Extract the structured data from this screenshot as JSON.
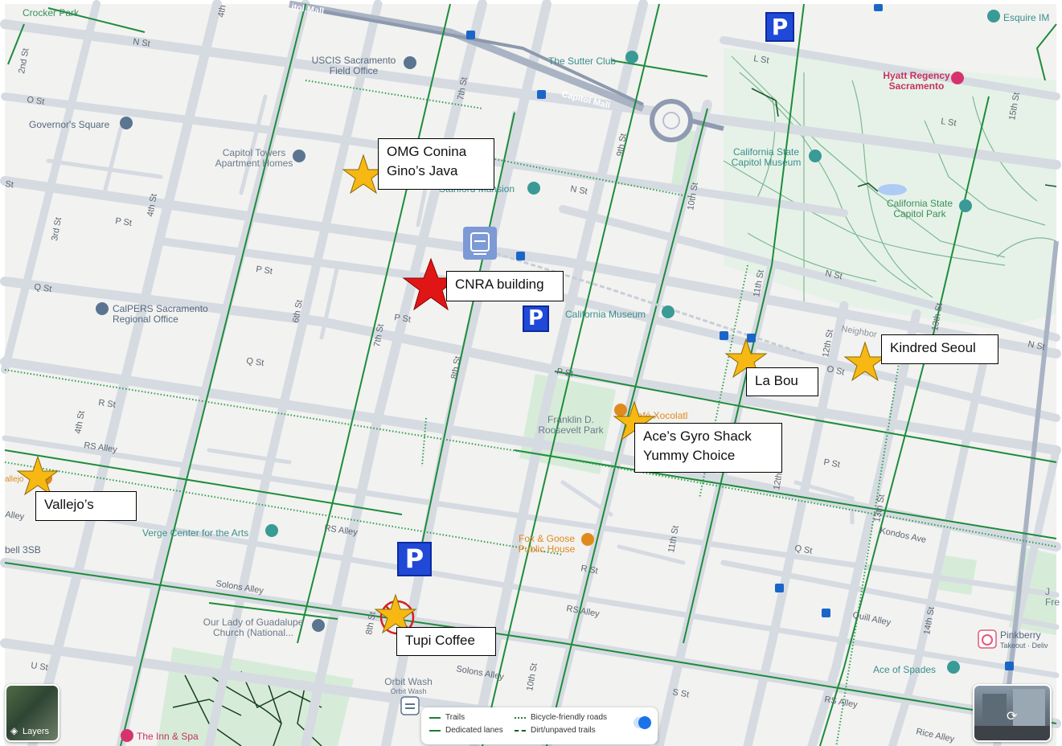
{
  "map": {
    "places": [
      {
        "id": "crocker-park",
        "label": "Crocker Park"
      },
      {
        "id": "uscis",
        "label": "USCIS Sacramento\nField Office"
      },
      {
        "id": "sutter-club",
        "label": "The Sutter Club"
      },
      {
        "id": "hyatt",
        "label": "Hyatt Regency\nSacramento"
      },
      {
        "id": "esquire",
        "label": "Esquire IM"
      },
      {
        "id": "governors-square",
        "label": "Governor's Square"
      },
      {
        "id": "capitol-towers",
        "label": "Capitol Towers\nApartment Homes"
      },
      {
        "id": "stanford-mansion",
        "label": "Stanford Mansion"
      },
      {
        "id": "capitol-museum",
        "label": "California State\nCapitol Museum"
      },
      {
        "id": "capitol-park",
        "label": "California State\nCapitol Park"
      },
      {
        "id": "calpers",
        "label": "CalPERS Sacramento\nRegional Office"
      },
      {
        "id": "california-museum",
        "label": "California Museum"
      },
      {
        "id": "fdr-park",
        "label": "Franklin D.\nRoosevelt Park"
      },
      {
        "id": "cafe-xocolatl",
        "label": "Café Xocolatl"
      },
      {
        "id": "verge-center",
        "label": "Verge Center for the Arts"
      },
      {
        "id": "fox-goose",
        "label": "Fox & Goose\nPublic House"
      },
      {
        "id": "guadalupe",
        "label": "Our Lady of Guadalupe\nChurch (National..."
      },
      {
        "id": "orbit-wash",
        "label": "Orbit Wash"
      },
      {
        "id": "orbit-wash-sub",
        "label": "Orbit Wash"
      },
      {
        "id": "ace-spades",
        "label": "Ace of Spades"
      },
      {
        "id": "pinkberry",
        "label": "Pinkberry"
      },
      {
        "id": "pinkberry-sub",
        "label": "Takeout · Deliv"
      },
      {
        "id": "inn-spa",
        "label": "The Inn & Spa"
      },
      {
        "id": "bell",
        "label": "bell 3SB"
      },
      {
        "id": "vallejo-partial",
        "label": "allejo"
      },
      {
        "id": "neighbor",
        "label": "Neighbor"
      },
      {
        "id": "fred-partial",
        "label": "J\nFre"
      }
    ],
    "streets": [
      {
        "id": "n-st-top",
        "label": "N St"
      },
      {
        "id": "o-st-left",
        "label": "O St"
      },
      {
        "id": "s-st-left",
        "label": "St"
      },
      {
        "id": "p-st-a",
        "label": "P St"
      },
      {
        "id": "p-st-b",
        "label": "P St"
      },
      {
        "id": "p-st-c",
        "label": "P St"
      },
      {
        "id": "p-st-d",
        "label": "P St"
      },
      {
        "id": "p-st-e",
        "label": "P St"
      },
      {
        "id": "q-st-a",
        "label": "Q St"
      },
      {
        "id": "q-st-b",
        "label": "Q St"
      },
      {
        "id": "q-st-c",
        "label": "Q St"
      },
      {
        "id": "r-st-a",
        "label": "R St"
      },
      {
        "id": "r-st-b",
        "label": "R St"
      },
      {
        "id": "rs-alley-a",
        "label": "RS Alley"
      },
      {
        "id": "rs-alley-b",
        "label": "RS Alley"
      },
      {
        "id": "rs-alley-c",
        "label": "RS Alley"
      },
      {
        "id": "rs-alley-d",
        "label": "RS Alley"
      },
      {
        "id": "solons-a",
        "label": "Solons Alley"
      },
      {
        "id": "solons-b",
        "label": "Solons Alley"
      },
      {
        "id": "s-st",
        "label": "S St"
      },
      {
        "id": "u-st",
        "label": "U St"
      },
      {
        "id": "alley-left",
        "label": "Alley"
      },
      {
        "id": "l-st",
        "label": "L St"
      },
      {
        "id": "l-st-b",
        "label": "L St"
      },
      {
        "id": "n-st-right",
        "label": "N St"
      },
      {
        "id": "n-st-right-b",
        "label": "N St"
      },
      {
        "id": "n-st-mid",
        "label": "N St"
      },
      {
        "id": "o-st-right",
        "label": "O St"
      },
      {
        "id": "quill-alley",
        "label": "Quill Alley"
      },
      {
        "id": "kondos",
        "label": "Kondos Ave"
      },
      {
        "id": "rice-alley",
        "label": "Rice Alley"
      },
      {
        "id": "capitol-mall",
        "label": "Capitol Mall"
      },
      {
        "id": "capitol-mall-top",
        "label": "itol Mall"
      },
      {
        "id": "st-2nd",
        "label": "2nd St"
      },
      {
        "id": "st-3rd",
        "label": "3rd St"
      },
      {
        "id": "st-4th-top",
        "label": "4th"
      },
      {
        "id": "st-4th",
        "label": "4th St"
      },
      {
        "id": "st-4th-b",
        "label": "4th St"
      },
      {
        "id": "st-6th",
        "label": "6th St"
      },
      {
        "id": "st-7th-top",
        "label": "7th St"
      },
      {
        "id": "st-7th",
        "label": "7th St"
      },
      {
        "id": "st-8th",
        "label": "8th St"
      },
      {
        "id": "st-8th-b",
        "label": "8th St"
      },
      {
        "id": "st-9th",
        "label": "9th St"
      },
      {
        "id": "st-10th",
        "label": "10th St"
      },
      {
        "id": "st-10th-b",
        "label": "10th St"
      },
      {
        "id": "st-11th",
        "label": "11th St"
      },
      {
        "id": "st-11th-b",
        "label": "11th St"
      },
      {
        "id": "st-12th",
        "label": "12th St"
      },
      {
        "id": "st-12th-b",
        "label": "12th"
      },
      {
        "id": "st-13th",
        "label": "13th St"
      },
      {
        "id": "st-13th-b",
        "label": "13th St"
      },
      {
        "id": "st-14th",
        "label": "14th St"
      },
      {
        "id": "st-15th",
        "label": "15th St"
      }
    ],
    "callouts": [
      {
        "id": "omg",
        "lines": [
          "OMG Conina",
          "Gino’s Java"
        ]
      },
      {
        "id": "cnra",
        "lines": [
          "CNRA building"
        ]
      },
      {
        "id": "kindred",
        "lines": [
          "Kindred Seoul"
        ]
      },
      {
        "id": "labou",
        "lines": [
          "La Bou"
        ]
      },
      {
        "id": "aces",
        "lines": [
          "Ace’s Gyro Shack",
          "Yummy Choice"
        ]
      },
      {
        "id": "vallejos",
        "lines": [
          "Vallejo’s"
        ]
      },
      {
        "id": "tupi",
        "lines": [
          "Tupi Coffee"
        ]
      }
    ],
    "parking_label": "P",
    "layers_label": "Layers",
    "legend": {
      "trails": "Trails",
      "dedicated": "Dedicated lanes",
      "bike_friendly": "Bicycle-friendly roads",
      "dirt": "Dirt/unpaved trails"
    },
    "colors": {
      "background": "#f2f2f1",
      "road": "#d9dde3",
      "road_edge": "#c6cbd2",
      "mall": "#9aa6b8",
      "bike_green": "#1e8c3a",
      "park": "#d6ecd9",
      "park_paths": "#6aa77e",
      "poi_blue": "#4a6c8c",
      "poi_teal": "#3a8f8a",
      "poi_orange": "#e08a1e",
      "poi_pink": "#d6336c",
      "star_gold": "#f7b814",
      "star_red": "#e01616",
      "parking_blue": "#1f49d6"
    }
  }
}
